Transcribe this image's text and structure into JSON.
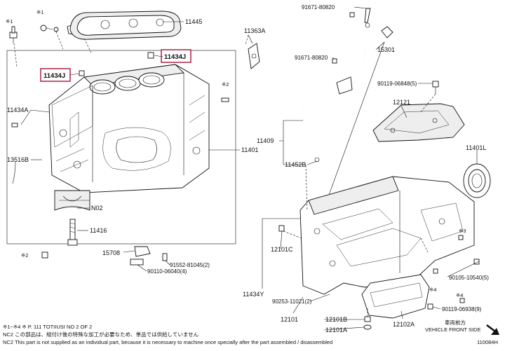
{
  "parts": {
    "p11445": "11445",
    "p11434J_a": "11434J",
    "p11434J_b": "11434J",
    "p11434A": "11434A",
    "p13516B": "13516B",
    "p11401": "11401",
    "pN02": "N02",
    "p11416": "11416",
    "p15708": "15708",
    "p90110": "90110-06040(4)",
    "p91552": "91552-81045(2)",
    "p11363A": "11363A",
    "p91671_top": "91671-80820",
    "p15301": "15301",
    "p91671_mid": "91671-80820",
    "p90119_a": "90119-06848(5)",
    "p12121": "12121",
    "p11409": "11409",
    "p11452B": "11452B",
    "p11401L": "11401L",
    "p12101C": "12101C",
    "p11434Y": "11434Y",
    "p90253": "90253-11021(2)",
    "p12101": "12101",
    "p12101B": "12101B",
    "p12101A": "12101A",
    "p12102A": "12102A",
    "p90105": "90105-10540(5)",
    "p90119_b": "90119-06938(9)"
  },
  "marks": {
    "m1a": "※1",
    "m1b": "※1",
    "m2a": "※2",
    "m2b": "※2",
    "m3": "※3",
    "m4a": "※4",
    "m4b": "※4"
  },
  "footer": {
    "note_jp": "※1~※4  ※ P. 111 TOTIIUSI NO 2 OF 2",
    "nc2_jp": "NC2 この部品は、組付け後の特殊な加工が必要なため、単品では供給していません",
    "nc2_en": "NC2  This part is not supplied as an individual part, because it is necessary to machine once specially after the part assembled / disassembled",
    "front_jp": "車両前方",
    "front_en": "VEHICLE FRONT SIDE",
    "code": "110084H"
  }
}
